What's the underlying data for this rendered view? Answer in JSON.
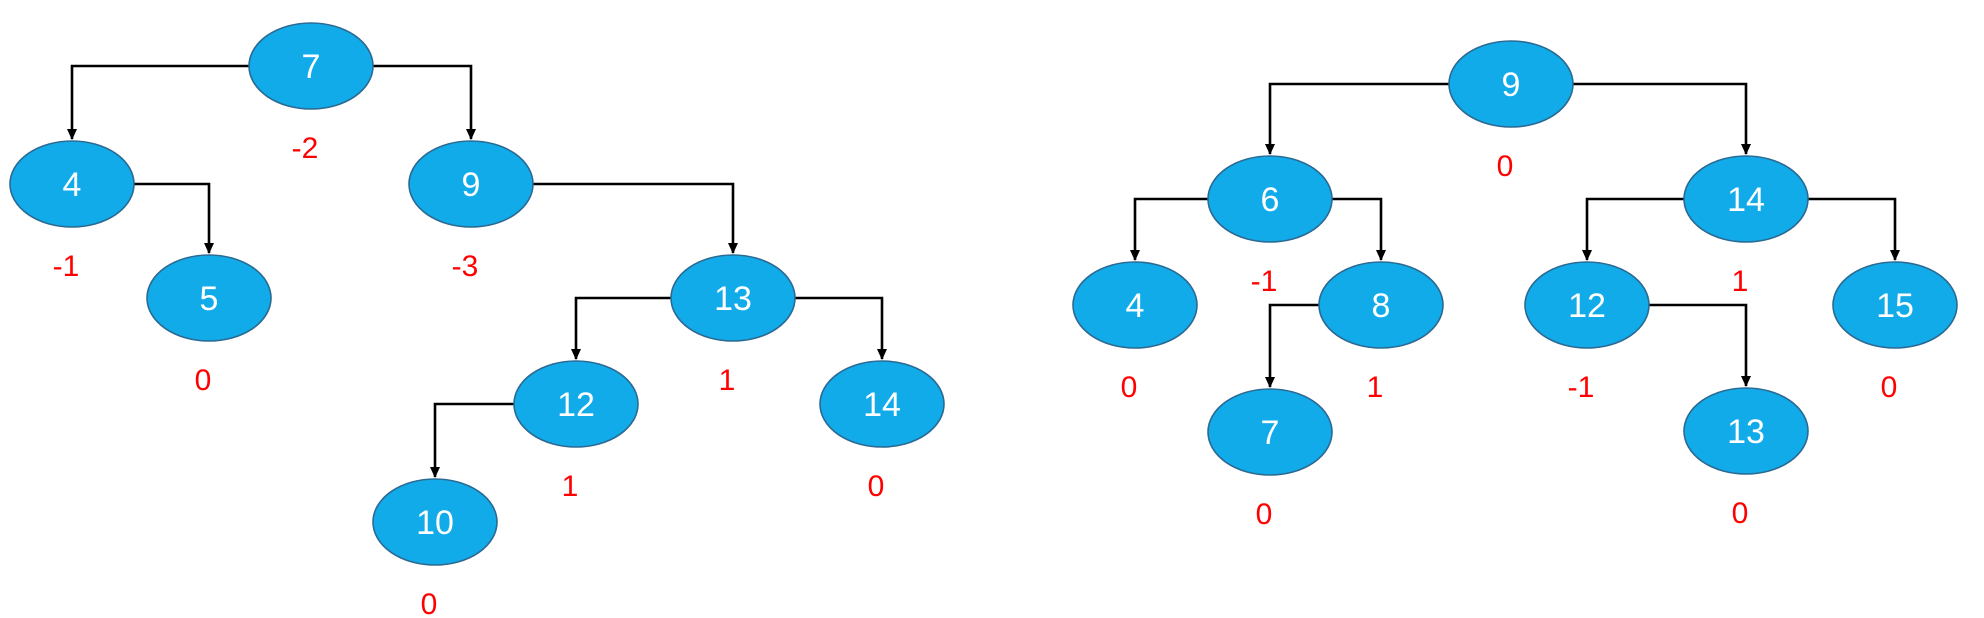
{
  "diagram_data": {
    "trees": [
      {
        "nodes": [
          {
            "id": "t1-7",
            "label": "7",
            "balance": "-2"
          },
          {
            "id": "t1-4",
            "label": "4",
            "balance": "-1"
          },
          {
            "id": "t1-5",
            "label": "5",
            "balance": "0"
          },
          {
            "id": "t1-9",
            "label": "9",
            "balance": "-3"
          },
          {
            "id": "t1-13",
            "label": "13",
            "balance": "1"
          },
          {
            "id": "t1-12",
            "label": "12",
            "balance": "1"
          },
          {
            "id": "t1-10",
            "label": "10",
            "balance": "0"
          },
          {
            "id": "t1-14",
            "label": "14",
            "balance": "0"
          }
        ],
        "edges": [
          {
            "from": "t1-7",
            "to": "t1-4"
          },
          {
            "from": "t1-7",
            "to": "t1-9"
          },
          {
            "from": "t1-4",
            "to": "t1-5"
          },
          {
            "from": "t1-9",
            "to": "t1-13"
          },
          {
            "from": "t1-13",
            "to": "t1-12"
          },
          {
            "from": "t1-13",
            "to": "t1-14"
          },
          {
            "from": "t1-12",
            "to": "t1-10"
          }
        ]
      },
      {
        "nodes": [
          {
            "id": "t2-9",
            "label": "9",
            "balance": "0"
          },
          {
            "id": "t2-6",
            "label": "6",
            "balance": "-1"
          },
          {
            "id": "t2-4",
            "label": "4",
            "balance": "0"
          },
          {
            "id": "t2-8",
            "label": "8",
            "balance": "1"
          },
          {
            "id": "t2-7",
            "label": "7",
            "balance": "0"
          },
          {
            "id": "t2-14",
            "label": "14",
            "balance": "1"
          },
          {
            "id": "t2-12",
            "label": "12",
            "balance": "-1"
          },
          {
            "id": "t2-13",
            "label": "13",
            "balance": "0"
          },
          {
            "id": "t2-15",
            "label": "15",
            "balance": "0"
          }
        ],
        "edges": [
          {
            "from": "t2-9",
            "to": "t2-6"
          },
          {
            "from": "t2-9",
            "to": "t2-14"
          },
          {
            "from": "t2-6",
            "to": "t2-4"
          },
          {
            "from": "t2-6",
            "to": "t2-8"
          },
          {
            "from": "t2-8",
            "to": "t2-7"
          },
          {
            "from": "t2-14",
            "to": "t2-12"
          },
          {
            "from": "t2-14",
            "to": "t2-15"
          },
          {
            "from": "t2-12",
            "to": "t2-13"
          }
        ]
      }
    ],
    "colors": {
      "node_fill": "#11abea",
      "node_stroke": "#2b6a93",
      "node_text": "#ffffff",
      "balance_text": "#ff0000",
      "edge": "#000000"
    }
  }
}
